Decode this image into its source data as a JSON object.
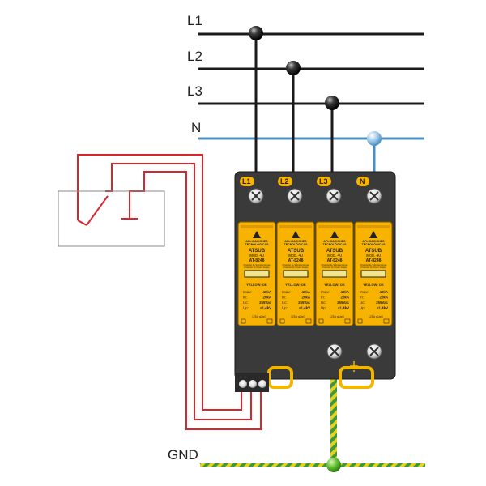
{
  "lines": {
    "l1": "L1",
    "l2": "L2",
    "l3": "L3",
    "n": "N",
    "gnd": "GND"
  },
  "colors": {
    "phase_wire": "#1a1a1a",
    "neutral_wire": "#4a8fc4",
    "signal_wire": "#d9262c",
    "earth_wire_a": "#e7d31c",
    "earth_wire_b": "#3c9a3c",
    "housing": "#3a3a3a",
    "module": "#f7b300",
    "terminal_tag": "#f7b300"
  },
  "terminals": {
    "l1": "L1",
    "l2": "L2",
    "l3": "L3",
    "n": "N"
  },
  "module": {
    "brand_1": "APLICACIONES",
    "brand_2": "TECNOLÓGICAS",
    "product": "ATSUB",
    "model": "Mod. 40",
    "code_1": "AT-8248",
    "code_2": "AT-8248",
    "desc_1": "Protector de Sobretensiones",
    "desc_2": "Protector for Power Supply",
    "status_prefix": "YELLOW:",
    "status_value": "OK",
    "imax_label": "Imax:",
    "imax_value": "40kA",
    "in_label": "In:",
    "in_value": "20kA",
    "uc_label": "Uc:",
    "uc_value_1": "255Vac",
    "uc_value_n": "255Vac",
    "up_label": "Up:",
    "up_value": "<1,4kV",
    "fuse_label": "125A gL/gG"
  }
}
